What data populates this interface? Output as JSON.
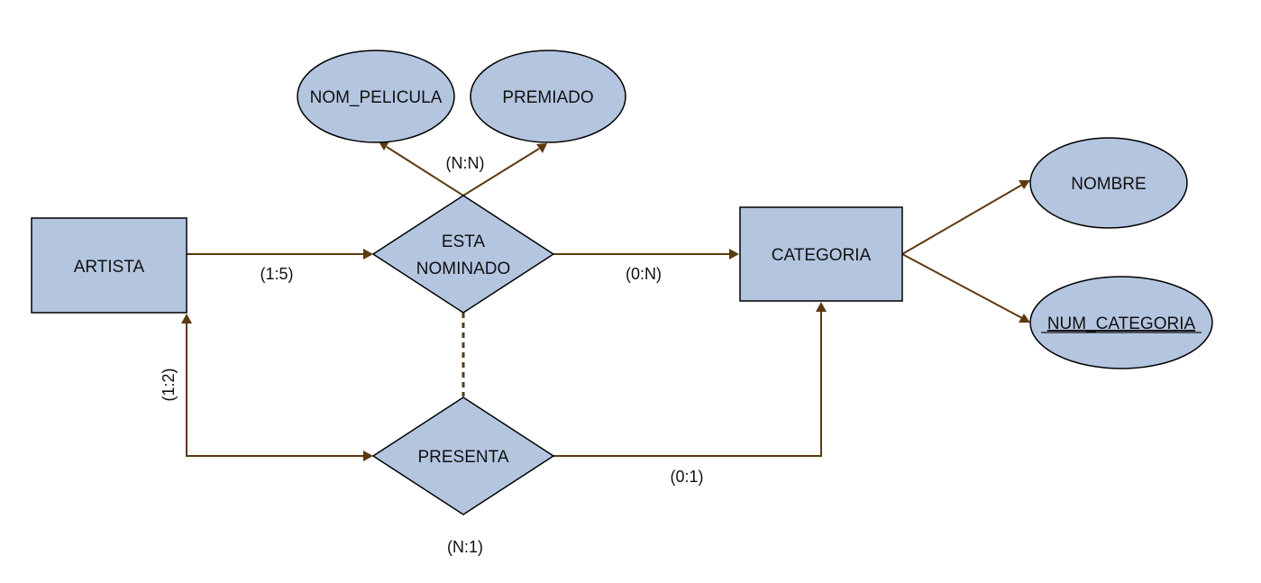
{
  "entities": {
    "artista": "ARTISTA",
    "categoria": "CATEGORIA"
  },
  "relationships": {
    "esta_nominado": [
      "ESTA",
      "NOMINADO"
    ],
    "presenta": "PRESENTA"
  },
  "attributes": {
    "nom_pelicula": "NOM_PELICULA",
    "premiado": "PREMIADO",
    "nombre": "NOMBRE",
    "num_categoria": "NUM_CATEGORIA"
  },
  "cardinalities": {
    "esta_nominado_type": "(N:N)",
    "artista_esta_nominado": "(1:5)",
    "esta_nominado_categoria": "(0:N)",
    "artista_presenta": "(1:2)",
    "presenta_categoria": "(0:1)",
    "presenta_type": "(N:1)"
  },
  "colors": {
    "shape_fill": "#b4c5e0",
    "shape_stroke": "#000000",
    "connector": "#5c3a10"
  }
}
